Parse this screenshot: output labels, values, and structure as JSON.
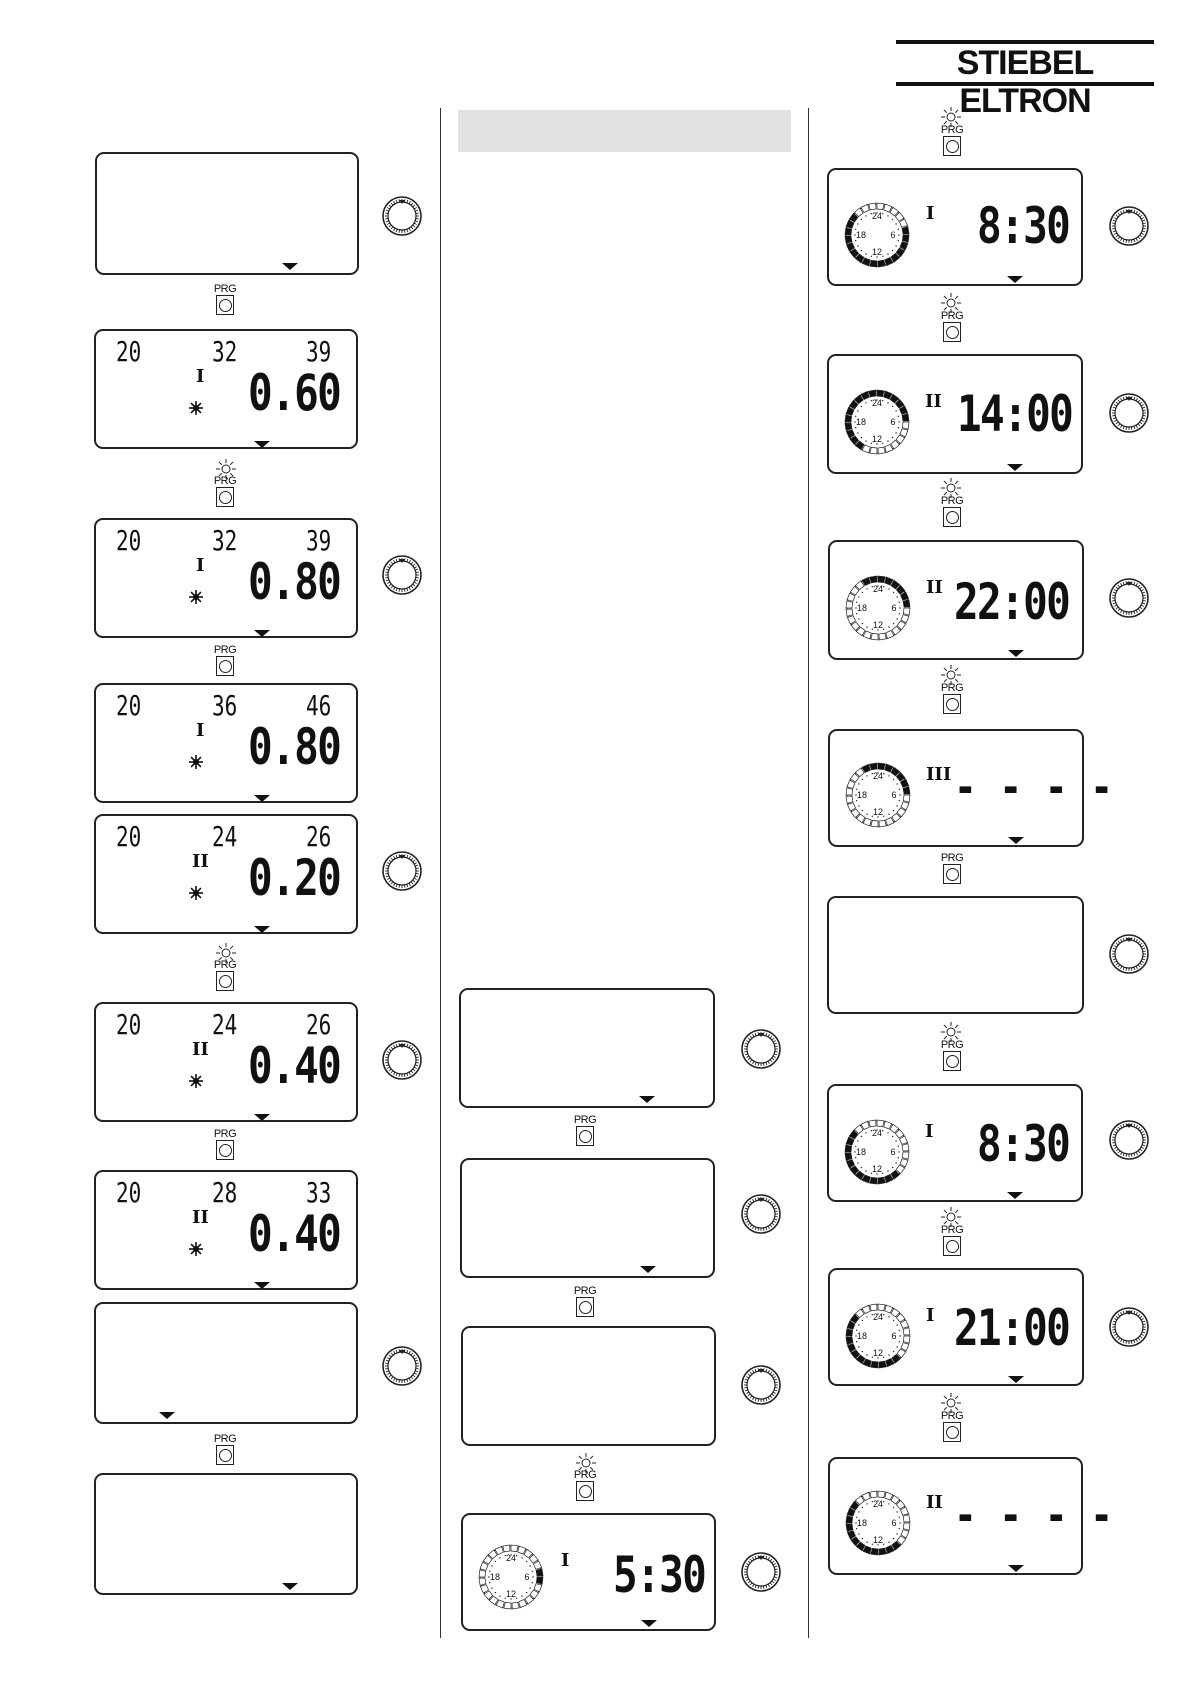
{
  "brand": {
    "logo_text": "STIEBEL ELTRON"
  },
  "buttons": {
    "prg_label": "PRG"
  },
  "col1": {
    "d2": {
      "small": [
        "20",
        "32",
        "39"
      ],
      "prog": "I",
      "value": "0.60"
    },
    "d3": {
      "small": [
        "20",
        "32",
        "39"
      ],
      "prog": "I",
      "value": "0.80"
    },
    "d4": {
      "small": [
        "20",
        "36",
        "46"
      ],
      "prog": "I",
      "value": "0.80"
    },
    "d5": {
      "small": [
        "20",
        "24",
        "26"
      ],
      "prog": "II",
      "value": "0.20"
    },
    "d6": {
      "small": [
        "20",
        "24",
        "26"
      ],
      "prog": "II",
      "value": "0.40"
    },
    "d7": {
      "small": [
        "20",
        "28",
        "33"
      ],
      "prog": "II",
      "value": "0.40"
    }
  },
  "col2": {
    "d4": {
      "prog": "I",
      "time": "5:30"
    }
  },
  "col3": {
    "d1": {
      "prog": "I",
      "time": "8:30"
    },
    "d2": {
      "prog": "II",
      "time": "14:00"
    },
    "d3": {
      "prog": "II",
      "time": "22:00"
    },
    "d4": {
      "prog": "III",
      "time": "- - - -"
    },
    "d6": {
      "prog": "I",
      "time": "8:30"
    },
    "d7": {
      "prog": "I",
      "time": "21:00"
    },
    "d8": {
      "prog": "II",
      "time": "- - - -"
    }
  },
  "clock_labels": [
    "24",
    "6",
    "12",
    "18"
  ]
}
